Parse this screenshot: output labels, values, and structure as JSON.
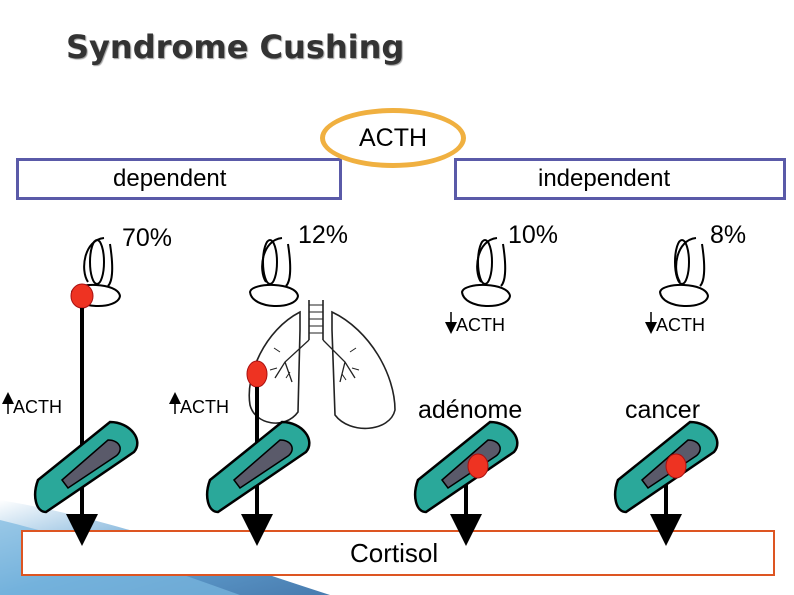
{
  "title": "Syndrome Cushing",
  "acth_center": "ACTH",
  "categories": {
    "dependent": "dependent",
    "independent": "independent"
  },
  "percentages": [
    "70%",
    "12%",
    "10%",
    "8%"
  ],
  "acth_labels": [
    "ACTH",
    "ACTH",
    "ACTH",
    "ACTH"
  ],
  "tumor_labels": {
    "adenome": "adénome",
    "cancer": "cancer"
  },
  "cortisol": "Cortisol",
  "colors": {
    "gland_fill": "#2aa89a",
    "gland_inner": "#5a5a6a",
    "tumor": "#ee3322",
    "box_border": "#5a5aa8",
    "ellipse": "#f0b040",
    "cortisol_border": "#dd5522",
    "ribbon": "#3c8cc8"
  }
}
